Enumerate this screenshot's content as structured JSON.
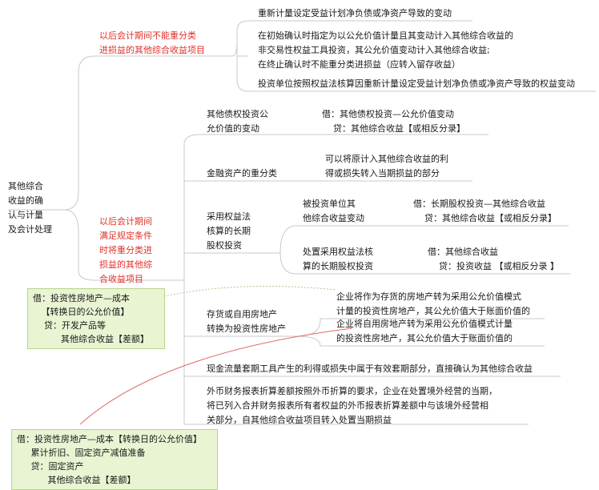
{
  "root": [
    "其他综合",
    "收益的确",
    "认与计量",
    "及会计处理"
  ],
  "branch_a": {
    "label": [
      "以后会计期间不能重分类",
      "进损益的其他综合收益项目"
    ],
    "items": [
      [
        "重新计量设定受益计划净负债或净资产导致的变动"
      ],
      [
        "在初始确认时指定为以公允价值计量且其变动计入其他综合收益的",
        "非交易性权益工具投资，其公允价值变动计入其他综合收益;",
        "在终止确认时不能重分类进损益（应转入留存收益）"
      ],
      [
        "投资单位按照权益法核算因重新计量设定受益计划净负债或净资产导致的权益变动"
      ]
    ]
  },
  "branch_b": {
    "label": [
      "以后会计期间",
      "满足规定条件",
      "时将重分类进",
      "损益的其他综",
      "合收益项目"
    ],
    "debt": {
      "label": [
        "其他债权投资公",
        "允价值的变动"
      ],
      "entry": [
        "借：其他债权投资—公允价值变动",
        "    贷：其他综合收益【或相反分录】"
      ]
    },
    "reclass": {
      "label": [
        "金融资产的重分类"
      ],
      "desc": [
        "可以将原计入其他综合收益的利",
        "得或损失转入当期损益的部分"
      ]
    },
    "equity": {
      "label": [
        "采用权益法",
        "核算的长期",
        "股权投资"
      ],
      "sub1": {
        "label": [
          "被投资单位其",
          "他综合收益变动"
        ],
        "entry": [
          "借：长期股权投资—其他综合收益",
          "    贷：其他综合收益【或相反分录】"
        ]
      },
      "sub2": {
        "label": [
          "处置采用权益法核",
          "算的长期股权投资"
        ],
        "entry": [
          "借：其他综合收益",
          "    贷：投资收益 【或相反分录 】"
        ]
      }
    },
    "property": {
      "label": [
        "存货或自用房地产",
        "转换为投资性房地产"
      ],
      "desc1": [
        "企业将作为存货的房地产转为采用公允价值模式",
        "计量的投资性房地产，其公允价值大于账面价值的"
      ],
      "desc2": [
        "企业将自用房地产转为采用公允价值模式计量",
        "的投资性房地产，其公允价值大于账面价值的"
      ]
    },
    "cashflow": [
      "现金流量套期工具产生的利得或损失中属于有效套期部分，直接确认为其他综合收益"
    ],
    "fx": [
      "外币财务报表折算差额按照外币折算的要求，企业在处置境外经营的当期，",
      "将已列入合并财务报表所有者权益的外币报表折算差额中与该境外经营相",
      "关部分，自其他综合收益项目转入处置当期损益"
    ]
  },
  "note1": [
    "借：投资性房地产—成本",
    "   【转换日的公允价值】",
    "    贷：开发产品等",
    "          其他综合收益【差额】"
  ],
  "note2": [
    "借：投资性房地产—成本【转换日的公允价值】",
    "     累计折旧、固定资产减值准备",
    "     贷：固定资产",
    "           其他综合收益【差额】"
  ]
}
